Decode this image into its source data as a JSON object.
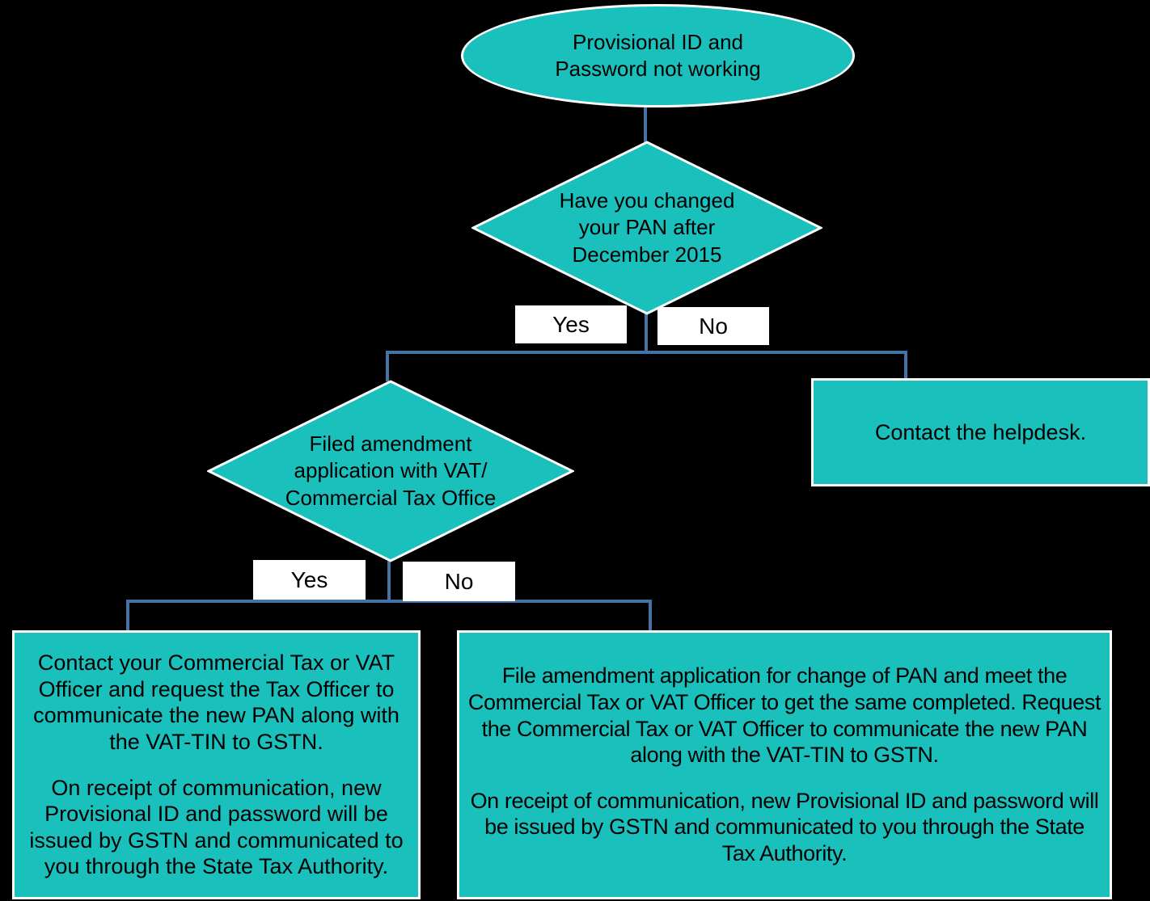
{
  "diagram": {
    "colors": {
      "background": "#000000",
      "node_fill": "#1AC0BC",
      "node_border": "#FFFFFF",
      "connector": "#4673A5",
      "label_background": "#FFFFFF",
      "text": "#000000"
    },
    "nodes": {
      "start": {
        "shape": "ellipse",
        "text": "Provisional ID and\nPassword not working"
      },
      "decision_pan_changed": {
        "shape": "diamond",
        "text": "Have you changed\nyour PAN after\nDecember 2015"
      },
      "decision_filed_amendment": {
        "shape": "diamond",
        "text": "Filed amendment\napplication with VAT/\nCommercial Tax Office"
      },
      "helpdesk": {
        "shape": "rectangle",
        "text": "Contact the helpdesk."
      },
      "contact_officer": {
        "shape": "rectangle",
        "paragraphs": [
          "Contact your Commercial Tax or VAT Officer and request the Tax Officer to communicate the new PAN along with the VAT-TIN to GSTN.",
          "On receipt of communication, new Provisional ID and password will be issued by GSTN and communicated to you through the State Tax Authority."
        ]
      },
      "file_amendment": {
        "shape": "rectangle",
        "paragraphs": [
          "File amendment application for change of PAN and meet the Commercial Tax or VAT Officer to get the same completed. Request the Commercial Tax or VAT Officer to communicate the new PAN along with the VAT-TIN to GSTN.",
          "On receipt of communication, new Provisional ID and password will be issued by GSTN and communicated to you through the State Tax Authority."
        ]
      }
    },
    "edges": {
      "decision1_yes": "Yes",
      "decision1_no": "No",
      "decision2_yes": "Yes",
      "decision2_no": "No"
    }
  }
}
